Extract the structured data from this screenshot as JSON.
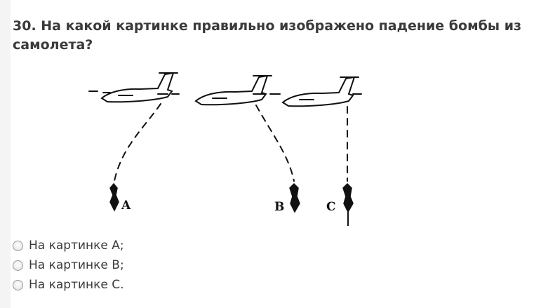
{
  "question": {
    "title": "30. На какой картинке правильно изображено падение бомбы из самолета?"
  },
  "figure": {
    "labels": [
      "A",
      "B",
      "C"
    ]
  },
  "answers": [
    {
      "label": "На картинке А;"
    },
    {
      "label": "На картинке В;"
    },
    {
      "label": "На картинке С."
    }
  ]
}
